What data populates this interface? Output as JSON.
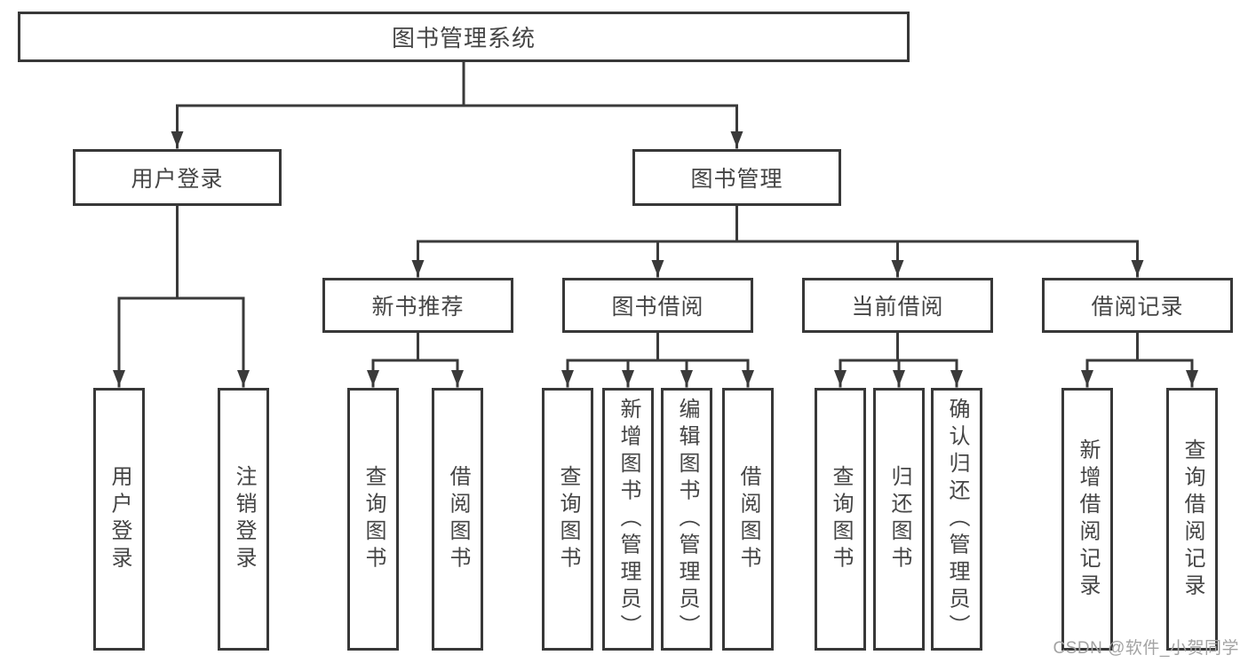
{
  "diagram": {
    "title": "图书管理系统",
    "level2": {
      "user_login": "用户登录",
      "book_mgmt": "图书管理"
    },
    "level3": {
      "new_book": "新书推荐",
      "borrow": "图书借阅",
      "current": "当前借阅",
      "records": "借阅记录"
    },
    "leaves": {
      "user_login": [
        "用户登录",
        "注销登录"
      ],
      "new_book": [
        "查询图书",
        "借阅图书"
      ],
      "borrow": [
        "查询图书",
        "新增图书（管理员）",
        "编辑图书（管理员）",
        "借阅图书"
      ],
      "current": [
        "查询图书",
        "归还图书",
        "确认归还（管理员）"
      ],
      "records": [
        "新增借阅记录",
        "查询借阅记录"
      ]
    },
    "watermark": "CSDN @软件_小贺同学",
    "colors": {
      "line": "#3a3a3a",
      "border": "#383838",
      "text": "#454545",
      "watermark": "#a3a3a3",
      "background": "#ffffff"
    }
  }
}
